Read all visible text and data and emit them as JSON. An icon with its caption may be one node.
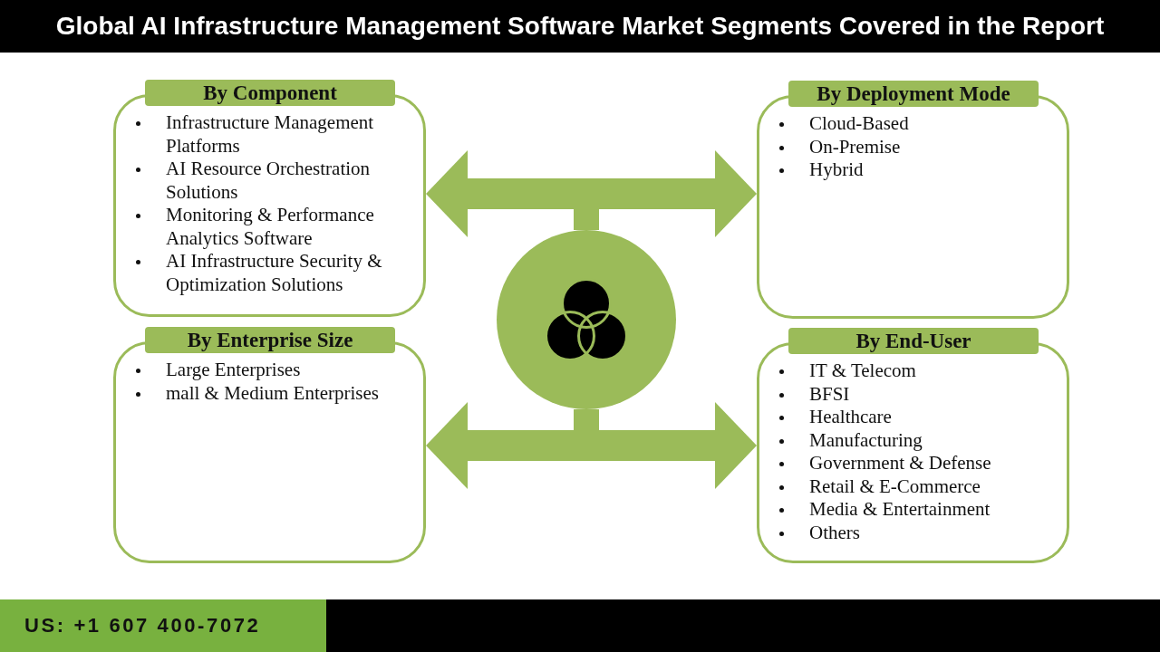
{
  "diagram": {
    "title": "Global AI Infrastructure Management Software Market Segments Covered in the Report",
    "nodes": [
      {
        "text": [
          "By Component",
          "Infrastructure Management Platforms",
          "AI Resource Orchestration Solutions",
          "Monitoring & Performance Analytics Software",
          "AI Infrastructure Security & Optimization Solutions"
        ]
      },
      {
        "text": [
          "By Deployment Mode",
          "Cloud-Based",
          "On-Premise",
          "Hybrid"
        ]
      },
      {
        "text": [],
        "shape": "circle"
      },
      {
        "text": [
          "By Enterprise Size",
          "Large Enterprises",
          "mall & Medium Enterprises"
        ]
      },
      {
        "text": [
          "By End-User",
          "IT & Telecom",
          "BFSI",
          "Healthcare",
          "Manufacturing",
          "Government & Defense",
          "Retail & E-Commerce",
          "Media & Entertainment",
          "Others"
        ]
      }
    ],
    "edges": [
      {
        "from": 2,
        "to": 0,
        "arrow": "to"
      },
      {
        "from": 2,
        "to": 1,
        "arrow": "to"
      },
      {
        "from": 2,
        "to": 3,
        "arrow": "to"
      },
      {
        "from": 2,
        "to": 4,
        "arrow": "to"
      }
    ],
    "labels": [
      "US: +1 607 400-7072"
    ]
  }
}
